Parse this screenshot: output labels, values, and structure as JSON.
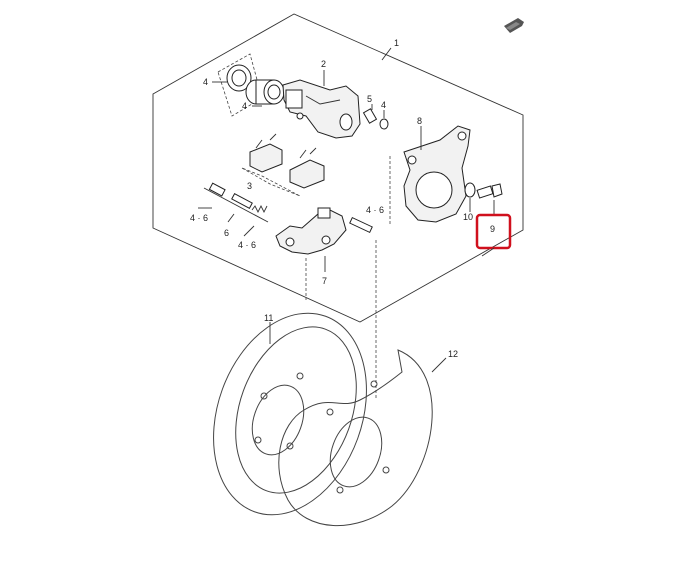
{
  "callouts": {
    "c1": "1",
    "c2": "2",
    "c3": "3",
    "c4a": "4",
    "c4b": "4",
    "c4c": "4",
    "c46a": "4 · 6",
    "c46b": "4 · 6",
    "c46c": "4 · 6",
    "c5": "5",
    "c6": "6",
    "c7": "7",
    "c8": "8",
    "c9": "9",
    "c10": "10",
    "c11": "11",
    "c12": "12"
  },
  "highlighted_part": "9",
  "colors": {
    "highlight": "#d0101d",
    "line": "#333333"
  },
  "icons": {
    "corner": "forward-arrow-icon"
  }
}
